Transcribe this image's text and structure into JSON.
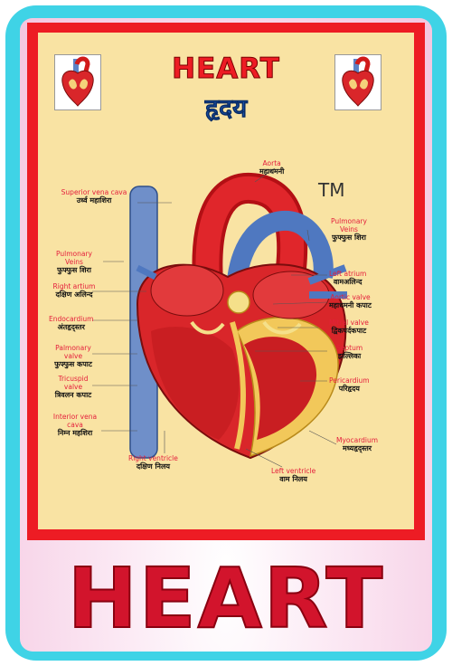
{
  "poster": {
    "title_en": "HEART",
    "title_hi": "हृदय",
    "trademark": "TM",
    "bottom_title": "HEART"
  },
  "labels": {
    "aorta": {
      "en": "Aorta",
      "hi": "महाधमनी"
    },
    "svc": {
      "en": "Superior vena cava",
      "hi": "उर्ध्व महाशिरा"
    },
    "pv_right": {
      "en": "Pulmonary Veins",
      "hi": "फुफ्फुस शिरा"
    },
    "pv_left": {
      "en": "Pulmonary Veins",
      "hi": "फुफ्फुस शिरा"
    },
    "right_atrium": {
      "en": "Right artium",
      "hi": "दक्षिण अलिन्द"
    },
    "left_atrium": {
      "en": "Left atrium",
      "hi": "वामअलिन्द"
    },
    "aortic_valve": {
      "en": "Aortic valve",
      "hi": "महाधमनी कपाट"
    },
    "endocardium": {
      "en": "Endocardium",
      "hi": "अंतहृद्स्तर"
    },
    "mitral_valve": {
      "en": "Mitral valve",
      "hi": "द्विकपर्दकपाट"
    },
    "pulmonary_valve": {
      "en": "Palmonary valve",
      "hi": "फुफ्फुस कपाट"
    },
    "septum": {
      "en": "Septum",
      "hi": "झल्लिका"
    },
    "tricuspid": {
      "en": "Tricuspid valve",
      "hi": "त्रिवलन कपाट"
    },
    "pericardium": {
      "en": "Pericardium",
      "hi": "परिहृदय"
    },
    "ivc": {
      "en": "Interior vena cava",
      "hi": "निम्न महशिरा"
    },
    "myocardium": {
      "en": "Myocardium",
      "hi": "मध्यहृद्स्तर"
    },
    "right_ventricle": {
      "en": "Right ventricle",
      "hi": "दक्षिण निलय"
    },
    "left_ventricle": {
      "en": "Left ventricle",
      "hi": "वाम निलय"
    }
  }
}
